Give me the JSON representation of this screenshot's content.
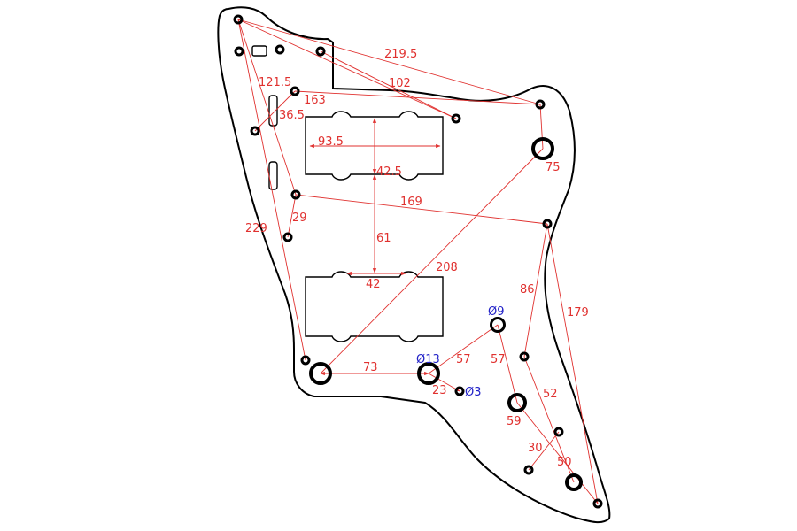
{
  "drawing": {
    "line_color": "#000000",
    "dimension_color": "#e0312f",
    "diameter_color": "#2323c8"
  },
  "dimensions": {
    "d219_5": "219.5",
    "d102": "102",
    "d121_5": "121.5",
    "d163": "163",
    "d36_5": "36.5",
    "d93_5": "93.5",
    "d42_5": "42.5",
    "d75": "75",
    "d169": "169",
    "d29": "29",
    "d229": "229",
    "d61": "61",
    "d208": "208",
    "d42": "42",
    "d86": "86",
    "d179": "179",
    "d73": "73",
    "d57a": "57",
    "d57b": "57",
    "d23": "23",
    "d52": "52",
    "d59": "59",
    "d30": "30",
    "d50": "50"
  },
  "diameters": {
    "pot_small": "Ø9",
    "pot_large": "Ø13",
    "screw": "Ø3"
  }
}
